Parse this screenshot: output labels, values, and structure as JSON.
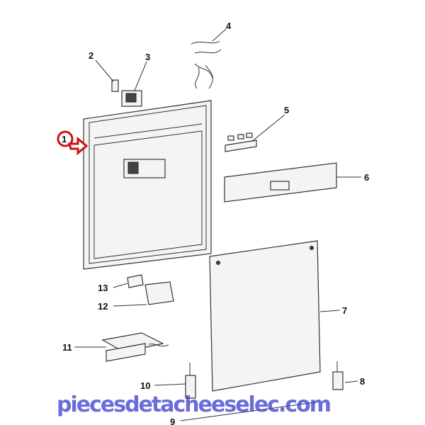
{
  "diagram": {
    "callouts": [
      "1",
      "2",
      "3",
      "4",
      "5",
      "6",
      "7",
      "8",
      "9",
      "10",
      "11",
      "12",
      "13"
    ],
    "highlight_color": "#cc1111",
    "watermark": "piecesdetacheeselec.com",
    "watermark_color": "#3a3ad0"
  }
}
